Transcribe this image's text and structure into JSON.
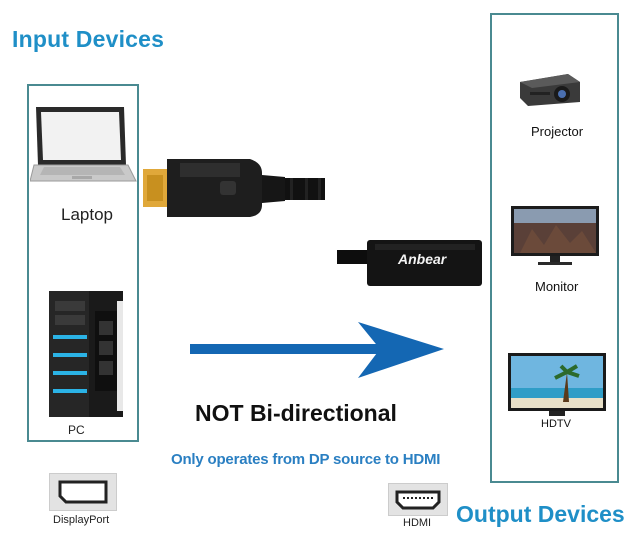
{
  "titles": {
    "input": "Input Devices",
    "output": "Output Devices"
  },
  "input_devices": {
    "laptop": "Laptop",
    "pc": "PC"
  },
  "output_devices": {
    "projector": "Projector",
    "monitor": "Monitor",
    "hdtv": "HDTV"
  },
  "cable": {
    "brand": "Anbear"
  },
  "notice": {
    "headline": "NOT Bi-directional",
    "subtext": "Only operates from DP source to HDMI"
  },
  "ports": {
    "displayport": "DisplayPort",
    "hdmi": "HDMI"
  },
  "colors": {
    "accent_blue": "#1f8fc7",
    "arrow_blue": "#1467b3",
    "box_border": "#4a8a91"
  }
}
